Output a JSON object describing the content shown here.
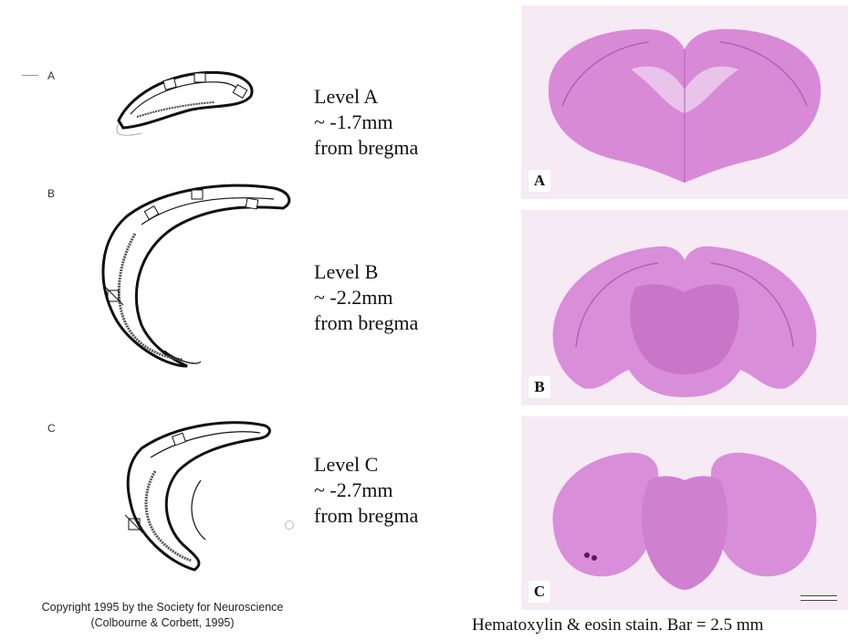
{
  "drawings": {
    "panel_a": {
      "letter": "A"
    },
    "panel_b": {
      "letter": "B"
    },
    "panel_c": {
      "letter": "C"
    }
  },
  "levels": [
    {
      "title": "Level A",
      "depth": "~ -1.7mm",
      "ref": "from bregma"
    },
    {
      "title": "Level B",
      "depth": "~ -2.2mm",
      "ref": "from bregma"
    },
    {
      "title": "Level C",
      "depth": "~ -2.7mm",
      "ref": "from bregma"
    }
  ],
  "copyright": {
    "line1": "Copyright 1995 by the Society for Neuroscience",
    "line2": "(Colbourne & Corbett, 1995)"
  },
  "photos": {
    "a": {
      "label": "A"
    },
    "b": {
      "label": "B"
    },
    "c": {
      "label": "C"
    }
  },
  "caption": "Hematoxylin & eosin stain. Bar = 2.5 mm",
  "colors": {
    "stain_pink": "#d887d8",
    "stain_deep": "#b25bb8",
    "background_pink": "#f6eaf5"
  }
}
